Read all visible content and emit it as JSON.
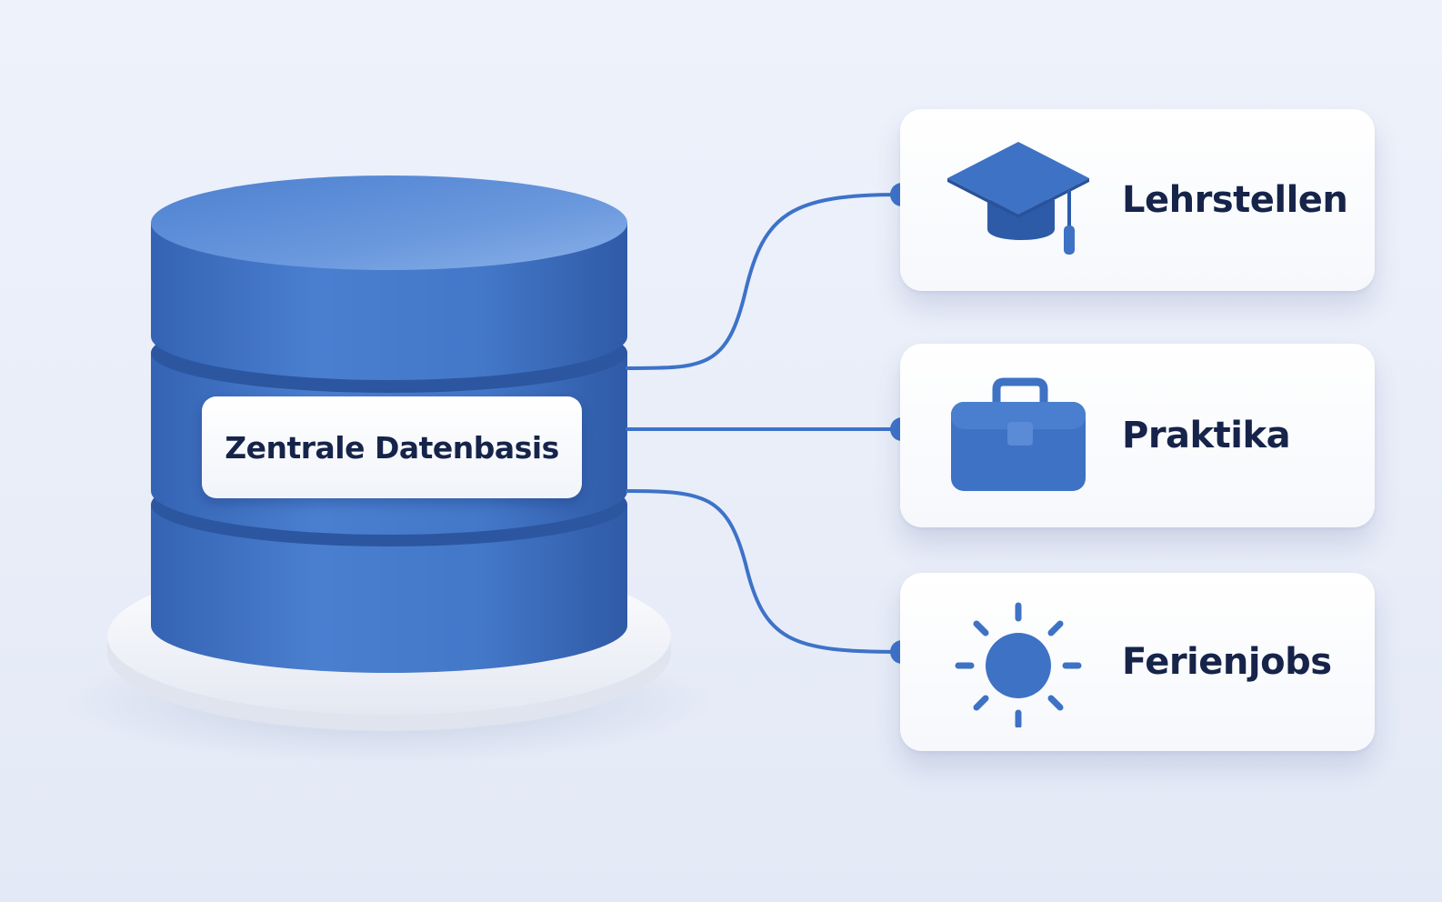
{
  "database": {
    "label": "Zentrale Datenbasis",
    "icon": "database-cylinder-icon"
  },
  "targets": [
    {
      "label": "Lehrstellen",
      "icon": "graduation-cap-icon"
    },
    {
      "label": "Praktika",
      "icon": "briefcase-icon"
    },
    {
      "label": "Ferienjobs",
      "icon": "sun-icon"
    }
  ],
  "colors": {
    "primary_blue": "#3e72c4",
    "dark_blue": "#2d5ba8",
    "text_navy": "#16244a",
    "background": "#eef2fb",
    "card_white": "#ffffff"
  }
}
